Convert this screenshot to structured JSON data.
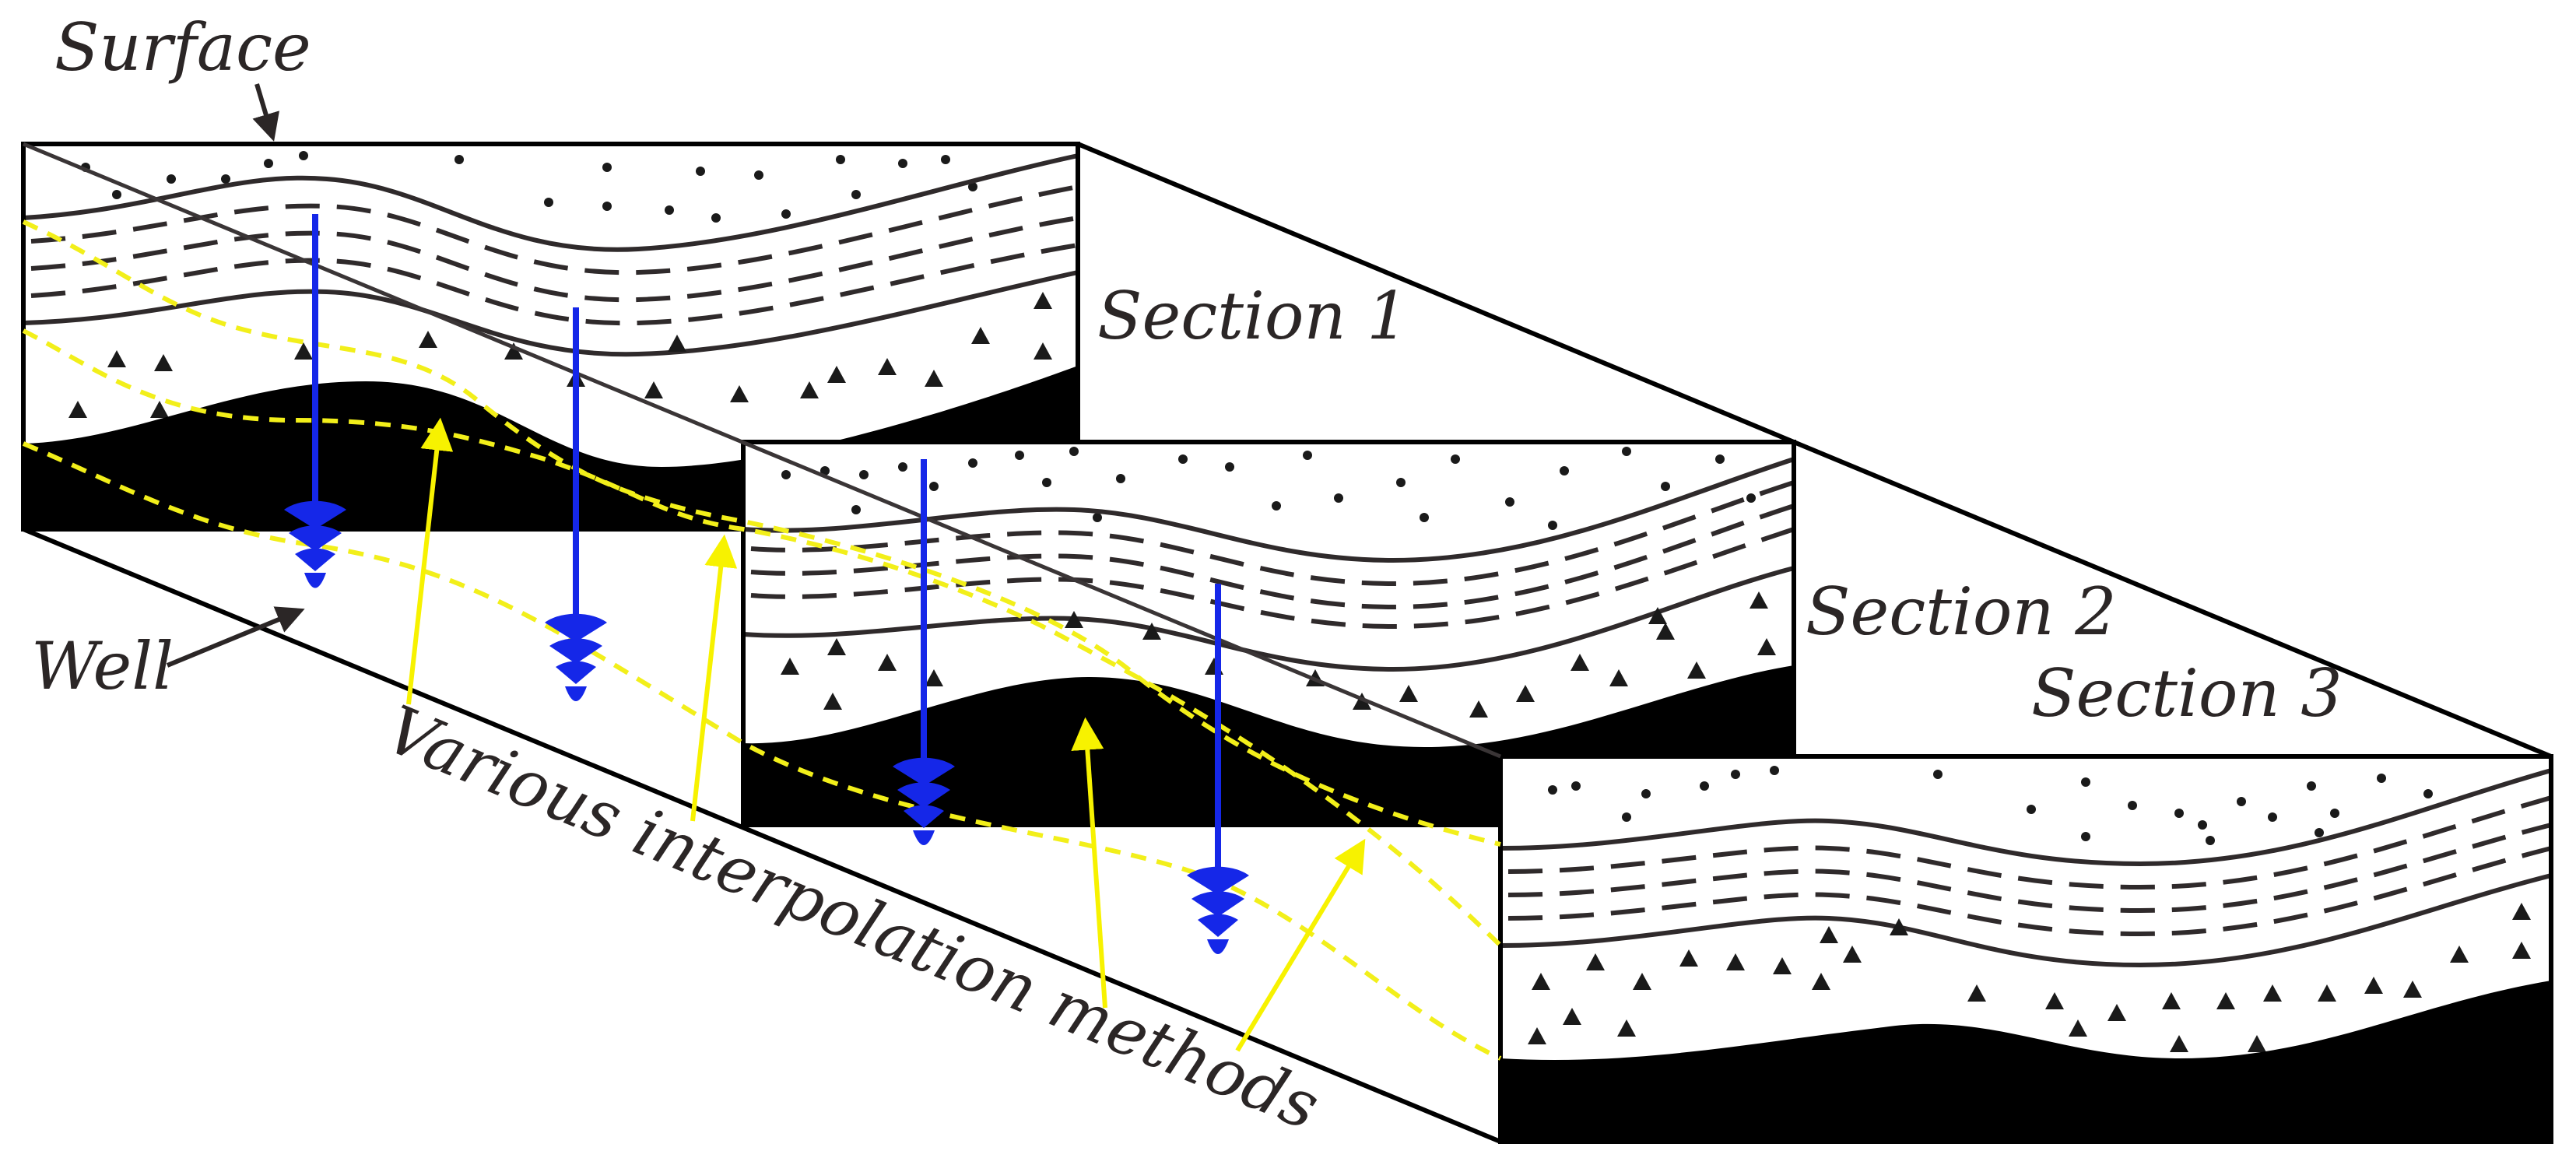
{
  "labels": {
    "surface": "Surface",
    "section_1": "Section 1",
    "section_2": "Section 2",
    "section_3": "Section 3",
    "well": "Well",
    "interpolation": "Various interpolation methods"
  },
  "colors": {
    "well": "#1527e8",
    "interpolation": "#f7f200",
    "interpolation_dash": "#f2ef1a",
    "ink": "#2b2626",
    "coal": "#000000"
  },
  "icons": {
    "well": "well-drill-bit-icon",
    "arrow": "arrow-icon"
  }
}
